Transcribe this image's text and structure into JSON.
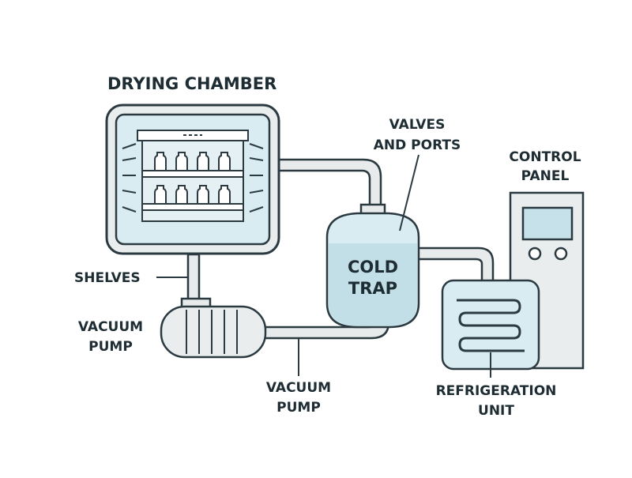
{
  "diagram": {
    "labels": {
      "drying_chamber": "DRYING CHAMBER",
      "valves_ports_1": "VALVES",
      "valves_ports_2": "AND PORTS",
      "control_panel_1": "CONTROL",
      "control_panel_2": "PANEL",
      "shelves": "SHELVES",
      "cold_trap_1": "COLD",
      "cold_trap_2": "TRAP",
      "vacuum_pump_left_1": "VACUUM",
      "vacuum_pump_left_2": "PUMP",
      "vacuum_pump_bottom_1": "VACUUM",
      "vacuum_pump_bottom_2": "PUMP",
      "refrigeration_unit_1": "REFRIGERATION",
      "refrigeration_unit_2": "UNIT"
    },
    "colors": {
      "outline": "#2b3a40",
      "fill_light": "#d9ecf2",
      "fill_blue": "#c7e1ea",
      "fill_gray": "#e9eded",
      "pipe": "#e7ebeb",
      "text": "#1e2d33"
    },
    "vials_per_shelf": 4,
    "shelf_count": 2
  }
}
